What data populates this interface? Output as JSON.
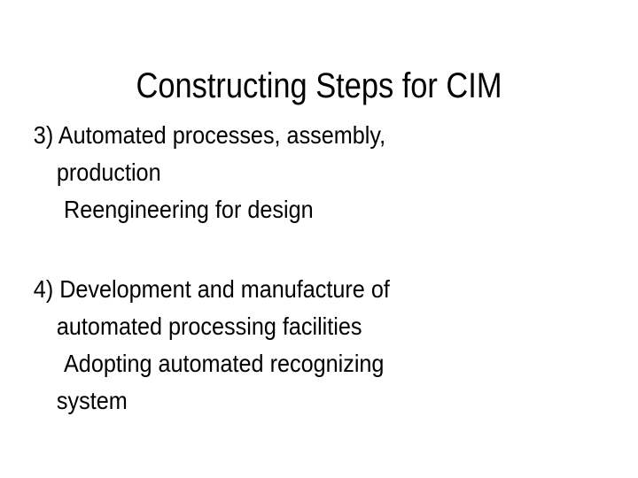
{
  "slide": {
    "background_color": "#ffffff",
    "text_color": "#000000",
    "title": "Constructing Steps for CIM",
    "paragraphs": [
      {
        "id": "step-3",
        "lines": [
          {
            "text": "3) Automated processes, assembly,",
            "indent": "lvl0"
          },
          {
            "text": "production",
            "indent": "lvl1"
          },
          {
            "text": "Reengineering for design",
            "indent": "lvl2"
          }
        ]
      },
      {
        "id": "step-4",
        "lines": [
          {
            "text": "4) Development and manufacture of",
            "indent": "lvl0"
          },
          {
            "text": "automated processing facilities",
            "indent": "lvl1"
          },
          {
            "text": "Adopting automated recognizing",
            "indent": "lvl2"
          },
          {
            "text": "system",
            "indent": "lvl1"
          }
        ]
      }
    ]
  }
}
